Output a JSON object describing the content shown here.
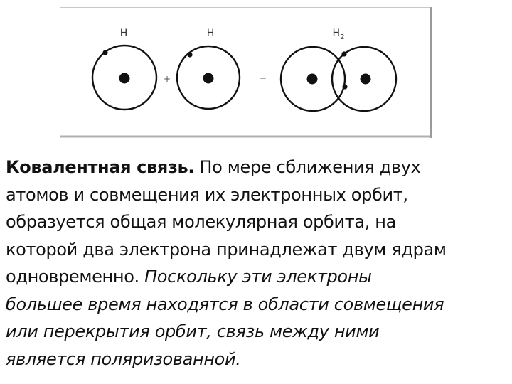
{
  "diagram": {
    "labels": {
      "atom_1": "H",
      "atom_2": "H",
      "molecule_base": "H",
      "molecule_sub": "2"
    },
    "operators": {
      "plus": "+",
      "equals": "="
    }
  },
  "caption": {
    "line1_bold": "Ковалентная связь.",
    "line1_rest": " По мере сближения двух",
    "line2": "атомов и совмещения их электронных орбит,",
    "line3": "образуется общая молекулярная орбита, на",
    "line4": "которой два электрона принадлежат двум ядрам",
    "line5_plain": "одновременно. ",
    "line5_italic": "Поскольку эти электроны",
    "line6": "большее время находятся в области совмещения",
    "line7": "или перекрытия орбит, связь между ними",
    "line8": "является поляризованной."
  }
}
